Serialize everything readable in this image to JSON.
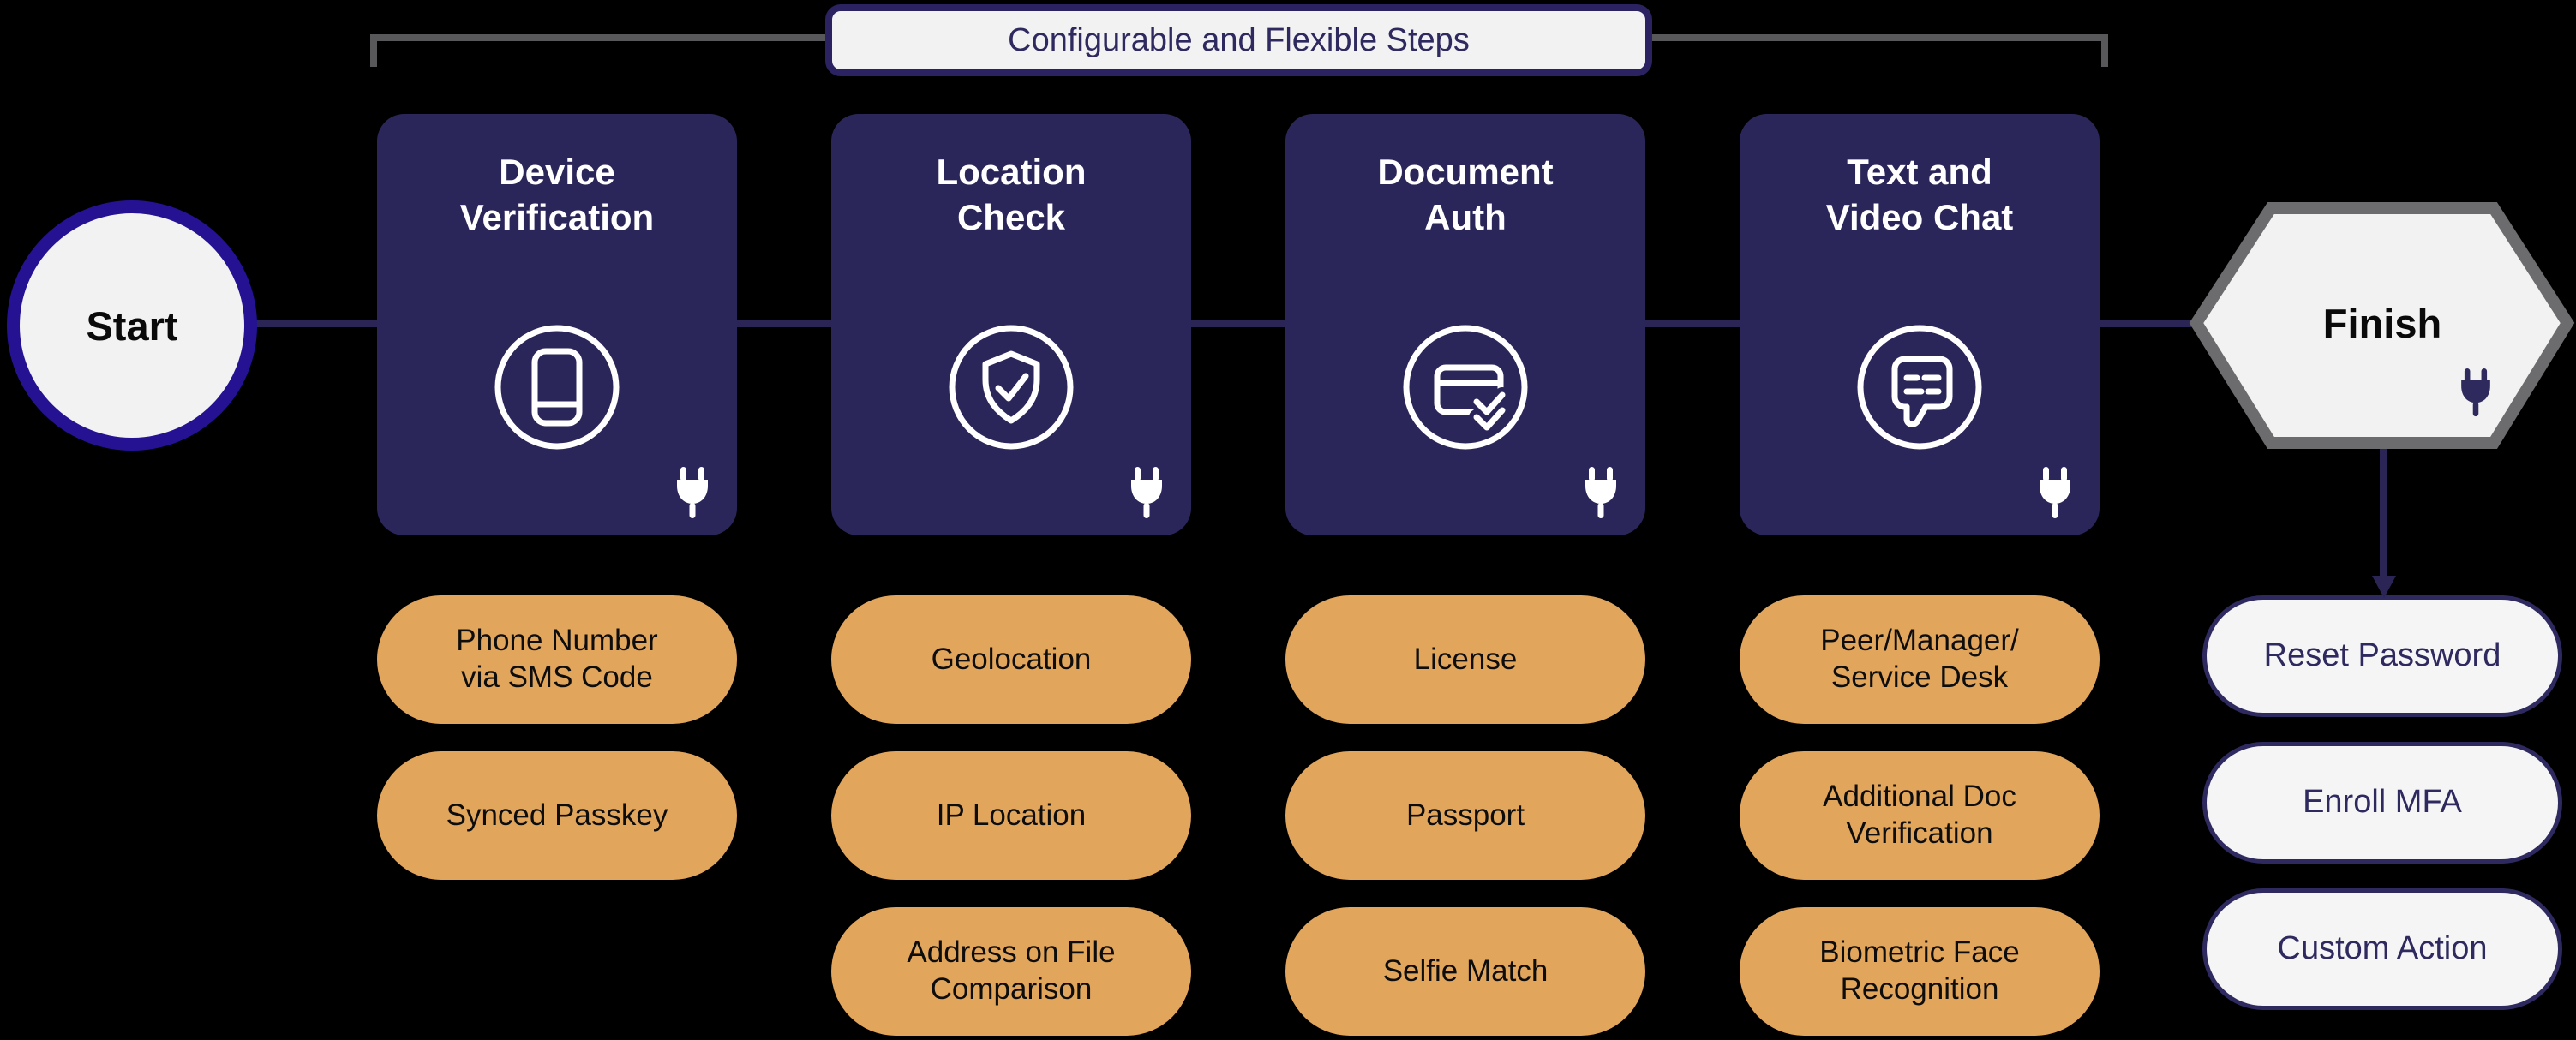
{
  "colors": {
    "background": "#000000",
    "card_navy": "#2b2659",
    "connector_navy": "#2b2556",
    "accent_orange": "#e1a55c",
    "light_fill": "#f2f2f2",
    "start_border_indigo": "#241293",
    "banner_border_navy": "#2b2361",
    "navy_text": "#2e295f",
    "bracket_gray": "#58585a",
    "finish_border_gray": "#6c6c6e"
  },
  "banner": {
    "label": "Configurable and Flexible Steps"
  },
  "start": {
    "label": "Start"
  },
  "finish": {
    "label": "Finish",
    "icon": "plug-icon"
  },
  "steps": [
    {
      "title": "Device\nVerification",
      "icon": "smartphone-circle-icon",
      "plug": "plug-icon",
      "options": [
        "Phone Number\nvia SMS Code",
        "Synced Passkey"
      ]
    },
    {
      "title": "Location\nCheck",
      "icon": "shield-check-circle-icon",
      "plug": "plug-icon",
      "options": [
        "Geolocation",
        "IP Location",
        "Address on File\nComparison"
      ]
    },
    {
      "title": "Document\nAuth",
      "icon": "card-check-circle-icon",
      "plug": "plug-icon",
      "options": [
        "License",
        "Passport",
        "Selfie Match"
      ]
    },
    {
      "title": "Text and\nVideo Chat",
      "icon": "chat-bubble-circle-icon",
      "plug": "plug-icon",
      "options": [
        "Peer/Manager/\nService Desk",
        "Additional Doc\nVerification",
        "Biometric Face\nRecognition"
      ]
    }
  ],
  "finish_actions": [
    "Reset Password",
    "Enroll MFA",
    "Custom Action"
  ]
}
